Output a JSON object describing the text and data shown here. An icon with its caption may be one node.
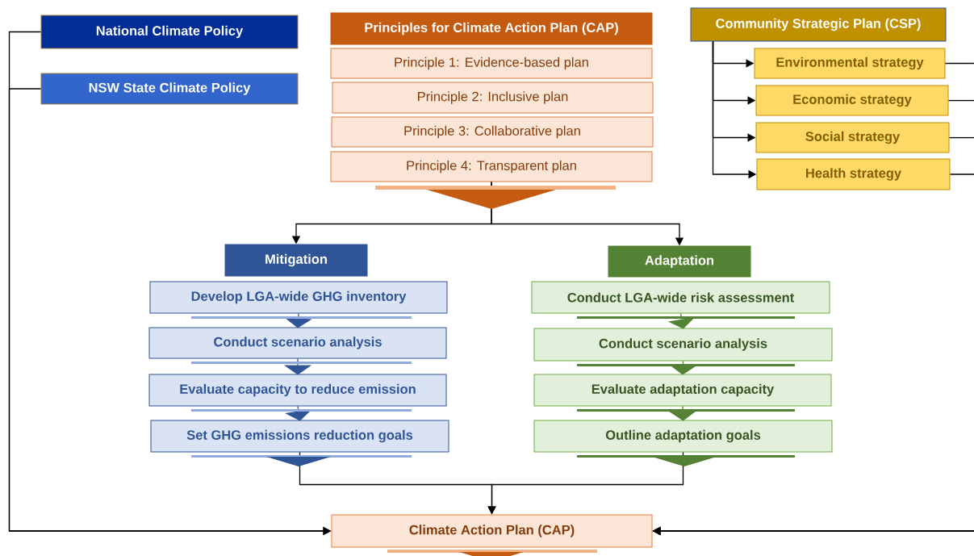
{
  "diagram": {
    "nodes": [
      {
        "text": [
          "National Climate Policy"
        ]
      },
      {
        "text": [
          "NSW State Climate Policy"
        ]
      },
      {
        "text": [
          "Principles for  Climate Action Plan (CAP)"
        ]
      },
      {
        "text": [
          "Principle 1: Evidence-based plan"
        ]
      },
      {
        "text": [
          "Principle 2: Inclusive plan"
        ]
      },
      {
        "text": [
          "Principle 3: Collaborative plan"
        ]
      },
      {
        "text": [
          "Principle 4: Transparent plan"
        ]
      },
      {
        "text": [
          "Community Strategic Plan (CSP)"
        ]
      },
      {
        "text": [
          "Environmental strategy"
        ]
      },
      {
        "text": [
          "Economic strategy"
        ]
      },
      {
        "text": [
          "Social strategy"
        ]
      },
      {
        "text": [
          "Health strategy"
        ]
      },
      {
        "text": [
          "Mitigation"
        ]
      },
      {
        "text": [
          "Develop LGA-wide GHG inventory"
        ]
      },
      {
        "text": [
          "Conduct scenario analysis"
        ]
      },
      {
        "text": [
          "Evaluate capacity to reduce emission"
        ]
      },
      {
        "text": [
          "Set GHG emissions reduction goals"
        ]
      },
      {
        "text": [
          "Adaptation"
        ]
      },
      {
        "text": [
          "Conduct LGA-wide risk assessment"
        ]
      },
      {
        "text": [
          "Conduct scenario analysis"
        ]
      },
      {
        "text": [
          "Evaluate adaptation capacity"
        ]
      },
      {
        "text": [
          "Outline adaptation goals"
        ]
      },
      {
        "text": [
          "Climate Action Plan (CAP)"
        ]
      }
    ],
    "edges": [
      {
        "from": 0,
        "to": 22,
        "arrow": "to"
      },
      {
        "from": 1,
        "to": 22,
        "arrow": "to"
      },
      {
        "from": 6,
        "to": 12,
        "arrow": "to"
      },
      {
        "from": 6,
        "to": 17,
        "arrow": "to"
      },
      {
        "from": 7,
        "to": 8,
        "arrow": "to"
      },
      {
        "from": 7,
        "to": 9,
        "arrow": "to"
      },
      {
        "from": 7,
        "to": 10,
        "arrow": "to"
      },
      {
        "from": 7,
        "to": 11,
        "arrow": "to"
      },
      {
        "from": 8,
        "to": 22,
        "arrow": "to"
      },
      {
        "from": 9,
        "to": 22,
        "arrow": "to"
      },
      {
        "from": 10,
        "to": 22,
        "arrow": "to"
      },
      {
        "from": 11,
        "to": 22,
        "arrow": "to"
      },
      {
        "from": 13,
        "to": 14,
        "arrow": "to",
        "color": "#2f5597"
      },
      {
        "from": 14,
        "to": 15,
        "arrow": "to",
        "color": "#2f5597"
      },
      {
        "from": 15,
        "to": 16,
        "arrow": "to",
        "color": "#2f5597"
      },
      {
        "from": 18,
        "to": 19,
        "arrow": "to",
        "color": "#548235"
      },
      {
        "from": 19,
        "to": 20,
        "arrow": "to",
        "color": "#548235"
      },
      {
        "from": 20,
        "to": 21,
        "arrow": "to",
        "color": "#548235"
      },
      {
        "from": 16,
        "to": 22,
        "arrow": "to"
      },
      {
        "from": 21,
        "to": 22,
        "arrow": "to"
      }
    ]
  }
}
